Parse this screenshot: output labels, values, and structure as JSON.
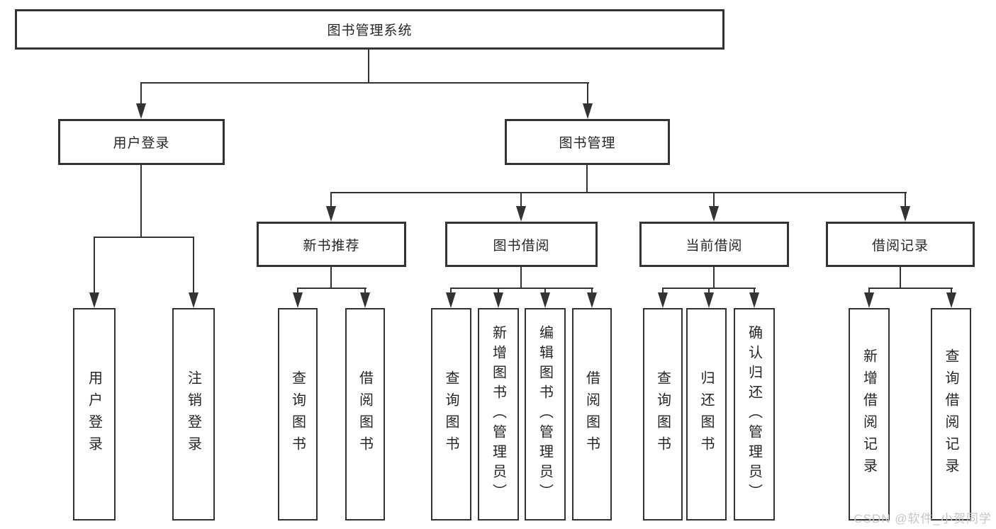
{
  "diagram": {
    "title": "图书管理系统",
    "watermark": "CSDN @软件_小贺同学",
    "colors": {
      "line": "#333333",
      "text": "#262626",
      "background": "#ffffff",
      "watermark": "#c6c6c6"
    },
    "nodes": {
      "root": "图书管理系统",
      "userLogin": "用户登录",
      "bookMgmt": "图书管理",
      "newBookRec": "新书推荐",
      "bookBorrow": "图书借阅",
      "currentBorrow": "当前借阅",
      "borrowRecords": "借阅记录",
      "leafUserLogin": "用户登录",
      "leafLogout": "注销登录",
      "recQueryBooks": "查询图书",
      "recBorrowBooks": "借阅图书",
      "bbQueryBooks": "查询图书",
      "bbAddBooks": "新增图书（管理员）",
      "bbEditBooks": "编辑图书（管理员）",
      "bbBorrowBooks": "借阅图书",
      "cbQueryBooks": "查询图书",
      "cbReturnBooks": "归还图书",
      "cbConfirmReturn": "确认归还（管理员）",
      "brAddRecord": "新增借阅记录",
      "brQueryRecord": "查询借阅记录"
    }
  }
}
